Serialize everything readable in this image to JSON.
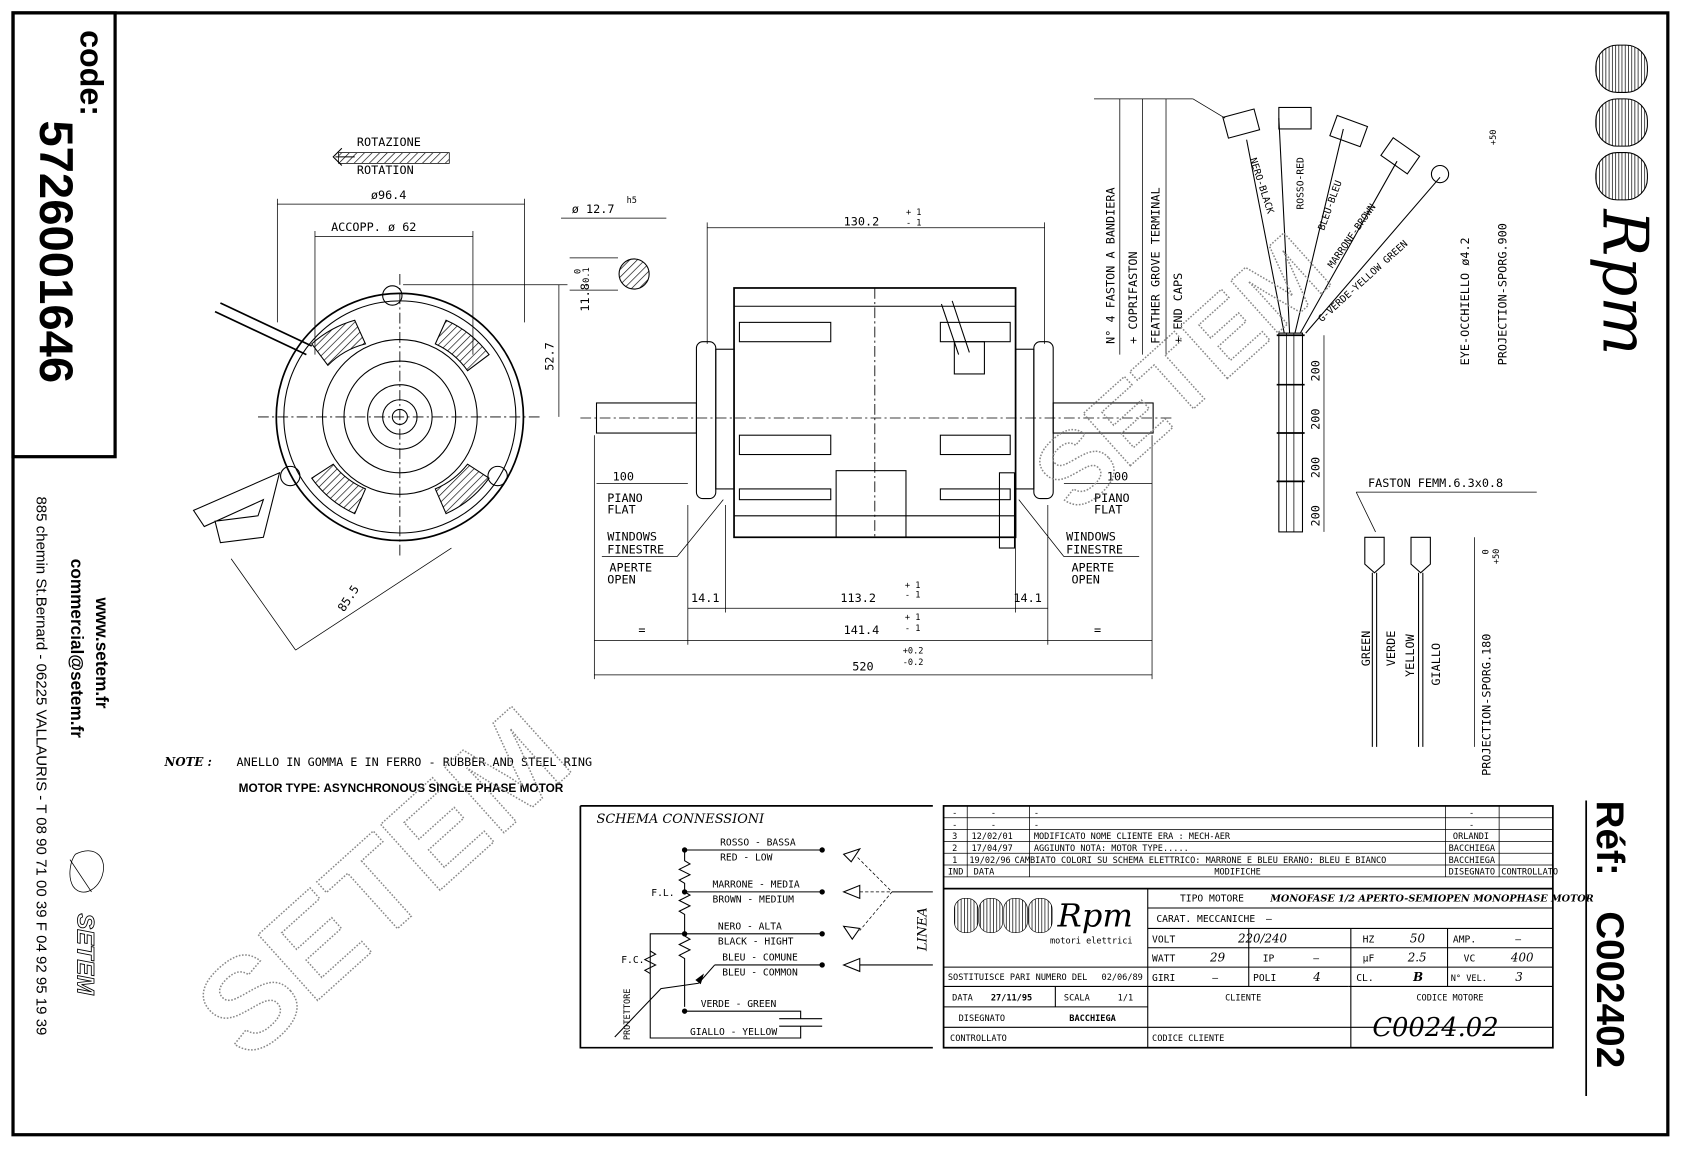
{
  "sidebar": {
    "code_label": "code:",
    "code_value": "5726001646",
    "website": "www.setem.fr",
    "email": "commercial@setem.fr",
    "address": "885 chemin St.Bernard  -  06225 VALLAURIS  -  T 08 90 71 00 39   F 04 92 95 19 39",
    "brand": "SETEM"
  },
  "right_panel": {
    "brand": "Rpm",
    "ref_label": "Réf:",
    "ref_value": "C002402"
  },
  "front_view": {
    "rotation_it": "ROTAZIONE",
    "rotation_en": "ROTATION",
    "dim_outer": "ø96.4",
    "dim_coupling": "ACCOPP.  ø 62",
    "dim_height": "52.7",
    "dim_radius": "85.5",
    "shaft_dia": "ø 12.7",
    "shaft_tol": "h5",
    "flat_dim": "11.8",
    "flat_tol_upper": "0",
    "flat_tol_lower": "-0.1"
  },
  "side_view": {
    "dim_body": "130.2",
    "tol_plus_1": "+ 1",
    "tol_minus_1": "- 1",
    "flat_len": "100",
    "piano": "PIANO",
    "flat": "FLAT",
    "windows": "WINDOWS",
    "finestre": "FINESTRE",
    "aperte": "APERTE",
    "open": "OPEN",
    "dim_side": "14.1",
    "dim_inner": "113.2",
    "dim_outer": "141.4",
    "equal": "=",
    "dim_total": "520",
    "tol_total_upper": "+0.2",
    "tol_total_lower": "-0.2"
  },
  "wiring": {
    "faston_note": [
      "N° 4 FASTON A BANDIERA",
      "+ COPRIFASTON",
      "FEATHER GROVE TERMINAL",
      "+ END CAPS"
    ],
    "wires": [
      "NERO-BLACK",
      "ROSSO-RED",
      "BLEU-BLEU",
      "MARRONE-BROWN",
      "G-VERDE-YELLOW GREEN"
    ],
    "eye_note": "EYE-OCCHIELLO ø4.2",
    "projection_main": "PROJECTION-SPORG.900",
    "projection_main_tol": "+50",
    "segment": "200",
    "faston_femm": "FASTON FEMM.6.3x0.8",
    "cap_wires": [
      "GREEN",
      "VERDE",
      "YELLOW",
      "GIALLO"
    ],
    "projection_cap": "PROJECTION-SPORG.180",
    "projection_cap_tol_upper": "+50",
    "projection_cap_tol_lower": "0"
  },
  "notes": {
    "note_label": "NOTE :",
    "note_text": "ANELLO IN GOMMA E IN FERRO - RUBBER AND STEEL RING",
    "motor_type": "MOTOR TYPE: ASYNCHRONOUS SINGLE PHASE MOTOR"
  },
  "schema": {
    "title": "SCHEMA CONNESSIONI",
    "lines": [
      {
        "it": "ROSSO - BASSA",
        "en": "RED - LOW"
      },
      {
        "it": "MARRONE - MEDIA",
        "en": "BROWN - MEDIUM"
      },
      {
        "it": "NERO - ALTA",
        "en": "BLACK - HIGHT"
      },
      {
        "it": "BLEU - COMUNE",
        "en": "BLEU - COMMON"
      }
    ],
    "green": "VERDE - GREEN",
    "yellow": "GIALLO - YELLOW",
    "fl": "F.L.",
    "fc": "F.C.",
    "protector": "PROTETTORE",
    "linea": "LINEA"
  },
  "title_block": {
    "revisions": [
      {
        "ind": "-",
        "date": "-",
        "text": "-",
        "drawn": "-",
        "checked": ""
      },
      {
        "ind": "-",
        "date": "-",
        "text": "-",
        "drawn": "-",
        "checked": ""
      },
      {
        "ind": "3",
        "date": "12/02/01",
        "text": "MODIFICATO NOME CLIENTE ERA : MECH-AER",
        "drawn": "ORLANDI",
        "checked": ""
      },
      {
        "ind": "2",
        "date": "17/04/97",
        "text": "AGGIUNTO NOTA: MOTOR TYPE.....",
        "drawn": "BACCHIEGA",
        "checked": ""
      },
      {
        "ind": "1",
        "date": "19/02/96",
        "text": "CAMBIATO COLORI SU SCHEMA ELETTRICO: MARRONE E BLEU ERANO: BLEU E BIANCO",
        "drawn": "BACCHIEGA",
        "checked": ""
      }
    ],
    "header": {
      "ind": "IND",
      "date": "DATA",
      "text": "MODIFICHE",
      "drawn": "DISEGNATO",
      "checked": "CONTROLLATO"
    },
    "logo_brand": "Rpm",
    "logo_sub": "motori elettrici",
    "tipo_label": "TIPO MOTORE",
    "tipo_value": "MONOFASE 1/2 APERTO-SEMIOPEN MONOPHASE MOTOR",
    "carat_label": "CARAT. MECCANICHE",
    "carat_value": "—",
    "volt_label": "VOLT",
    "volt_value": "220/240",
    "hz_label": "HZ",
    "hz_value": "50",
    "amp_label": "AMP.",
    "amp_value": "—",
    "watt_label": "WATT",
    "watt_value": "29",
    "ip_label": "IP",
    "ip_value": "—",
    "uf_label": "µF",
    "uf_value": "2.5",
    "vc_label": "VC",
    "vc_value": "400",
    "giri_label": "GIRI",
    "giri_value": "—",
    "poli_label": "POLI",
    "poli_value": "4",
    "cl_label": "CL.",
    "cl_value": "B",
    "nvel_label": "N° VEL.",
    "nvel_value": "3",
    "sost_label": "SOSTITUISCE PARI NUMERO DEL",
    "sost_value": "02/06/89",
    "data_label": "DATA",
    "data_value": "27/11/95",
    "scala_label": "SCALA",
    "scala_value": "1/1",
    "disegnato_label": "DISEGNATO",
    "disegnato_value": "BACCHIEGA",
    "controllato_label": "CONTROLLATO",
    "cliente_label": "CLIENTE",
    "codice_cliente_label": "CODICE CLIENTE",
    "codice_motore_label": "CODICE MOTORE",
    "codice_motore_value": "C0024.02"
  },
  "watermark": "SETEM"
}
